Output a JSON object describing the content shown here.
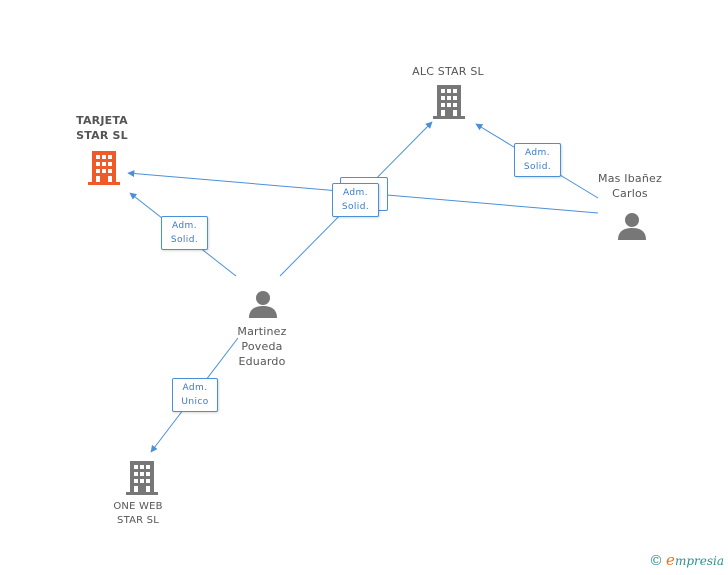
{
  "colors": {
    "edge": "#4a90d9",
    "building_focus": "#f05a28",
    "building": "#777777",
    "person": "#777777"
  },
  "nodes": {
    "tarjeta": {
      "label": "TARJETA\nSTAR SL",
      "icon": "building-icon"
    },
    "alc": {
      "label": "ALC STAR SL",
      "icon": "building-icon"
    },
    "oneweb": {
      "label": "ONE WEB\nSTAR SL",
      "icon": "building-icon"
    },
    "martinez": {
      "label": "Martinez\nPoveda\nEduardo",
      "icon": "person-icon"
    },
    "mas": {
      "label": "Mas Ibañez\nCarlos",
      "icon": "person-icon"
    }
  },
  "roles": {
    "mas_alc": "Adm.\nSolid.",
    "martinez_tarjeta": "Adm.\nSolid.",
    "center": "Adm.\nSolid.",
    "martinez_oneweb": "Adm.\nUnico"
  },
  "brand": {
    "copyright": "©",
    "initial": "e",
    "name": "mpresia"
  }
}
